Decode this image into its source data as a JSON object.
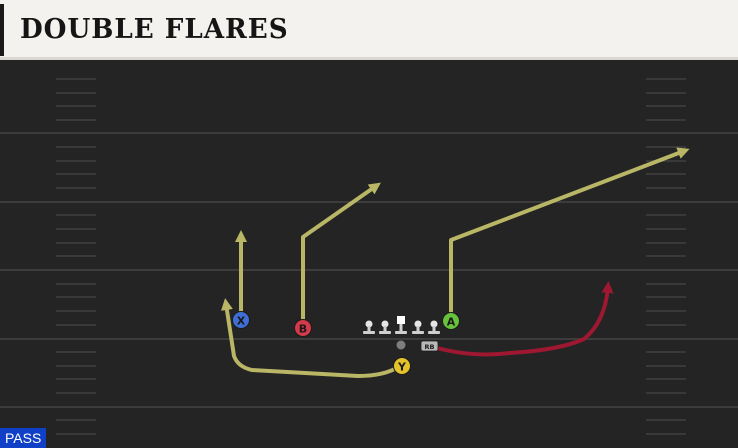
{
  "play": {
    "name": "DOUBLE FLARES",
    "mode_label": "PASS"
  },
  "colors": {
    "route_primary": "#b9b766",
    "route_secondary": "#9d1830",
    "button_x": "#3f6fd6",
    "button_b": "#d43a4a",
    "button_a": "#66c33b",
    "button_y": "#e4c229",
    "field": "#242424",
    "yard_line": "#3c3c3c"
  },
  "players": [
    {
      "id": "receiver-x",
      "button": "X",
      "role": "receiver",
      "icon": "x-button-icon"
    },
    {
      "id": "receiver-b",
      "button": "B",
      "role": "receiver",
      "icon": "b-button-icon"
    },
    {
      "id": "receiver-a",
      "button": "A",
      "role": "receiver",
      "icon": "a-button-icon"
    },
    {
      "id": "receiver-y",
      "button": "Y",
      "role": "receiver",
      "icon": "y-button-icon"
    },
    {
      "id": "running-back",
      "button": "RB",
      "role": "running back",
      "icon": "rb-tag-icon"
    }
  ],
  "linemen_count": 5
}
